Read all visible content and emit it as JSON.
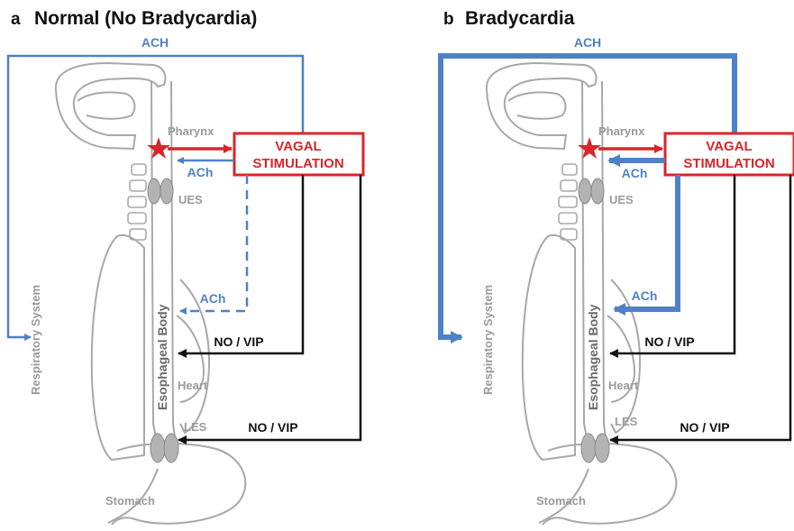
{
  "panels": [
    {
      "letter": "a",
      "title": "Normal (No Bradycardia)",
      "labels": {
        "ach_top": "ACH",
        "pharynx": "Pharynx",
        "ach_mid": "ACh",
        "ues": "UES",
        "ach_low": "ACh",
        "respiratory": "Respiratory System",
        "esophageal": "Esophageal Body",
        "no_vip_1": "NO / VIP",
        "heart": "Heart",
        "les": "LES",
        "no_vip_2": "NO / VIP",
        "stomach": "Stomach",
        "vagal_1": "VAGAL",
        "vagal_2": "STIMULATION"
      }
    },
    {
      "letter": "b",
      "title": "Bradycardia",
      "labels": {
        "ach_top": "ACH",
        "pharynx": "Pharynx",
        "ach_mid": "ACh",
        "ues": "UES",
        "ach_low": "ACh",
        "respiratory": "Respiratory System",
        "esophageal": "Esophageal Body",
        "no_vip_1": "NO / VIP",
        "heart": "Heart",
        "les": "LES",
        "no_vip_2": "NO / VIP",
        "stomach": "Stomach",
        "vagal_1": "VAGAL",
        "vagal_2": "STIMULATION"
      }
    }
  ],
  "colors": {
    "ach": "#4f81c7",
    "vagal": "#d9252a",
    "nerve": "#111111",
    "anatomy": "#9a9a9a"
  }
}
